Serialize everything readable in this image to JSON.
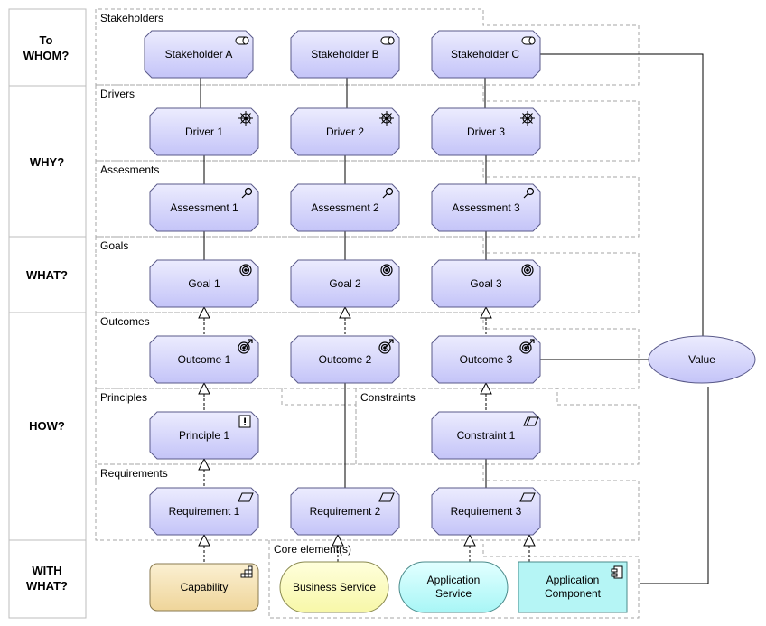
{
  "lanes": [
    {
      "id": "whom",
      "lines": [
        "To",
        "WHOM?"
      ]
    },
    {
      "id": "why",
      "lines": [
        "WHY?"
      ]
    },
    {
      "id": "what",
      "lines": [
        "WHAT?"
      ]
    },
    {
      "id": "how",
      "lines": [
        "HOW?"
      ]
    },
    {
      "id": "withwhat",
      "lines": [
        "WITH",
        "WHAT?"
      ]
    }
  ],
  "groups": {
    "stakeholders": "Stakeholders",
    "drivers": "Drivers",
    "assessments": "Assesments",
    "goals": "Goals",
    "outcomes": "Outcomes",
    "principles": "Principles",
    "constraints": "Constraints",
    "requirements": "Requirements",
    "core": "Core element(s)"
  },
  "nodes": {
    "stakeholder_a": "Stakeholder A",
    "stakeholder_b": "Stakeholder B",
    "stakeholder_c": "Stakeholder C",
    "driver_1": "Driver 1",
    "driver_2": "Driver 2",
    "driver_3": "Driver 3",
    "assessment_1": "Assessment 1",
    "assessment_2": "Assessment 2",
    "assessment_3": "Assessment 3",
    "goal_1": "Goal 1",
    "goal_2": "Goal 2",
    "goal_3": "Goal 3",
    "outcome_1": "Outcome 1",
    "outcome_2": "Outcome 2",
    "outcome_3": "Outcome 3",
    "principle_1": "Principle 1",
    "constraint_1": "Constraint 1",
    "requirement_1": "Requirement 1",
    "requirement_2": "Requirement 2",
    "requirement_3": "Requirement 3",
    "capability": "Capability",
    "business_service": "Business Service",
    "application_service": [
      "Application",
      "Service"
    ],
    "application_component": [
      "Application",
      "Component"
    ],
    "value": "Value"
  },
  "colors": {
    "motivation_fill": "#c9c9fb",
    "strategy_fill": "#f5deaa",
    "business_fill": "#ffffb5",
    "application_fill": "#b5ffff"
  }
}
